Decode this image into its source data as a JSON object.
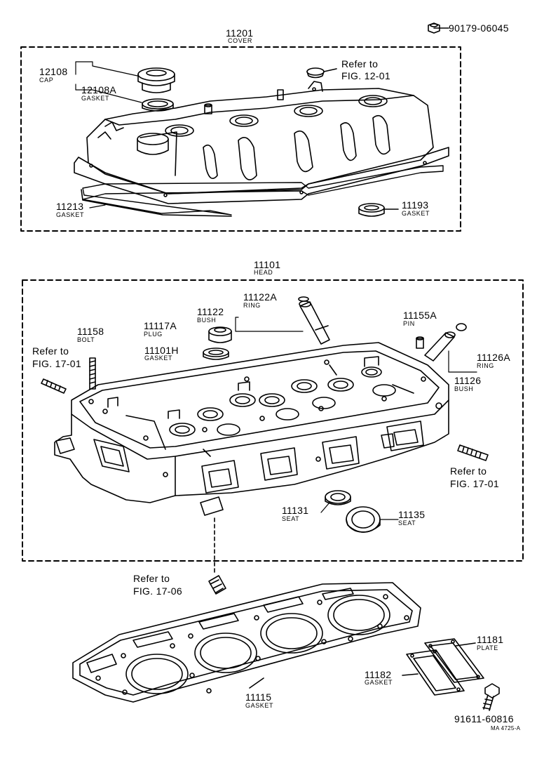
{
  "diagram_code": "MA 4725-A",
  "parts": {
    "p90179": {
      "num": "90179-06045"
    },
    "p11201": {
      "num": "11201",
      "name": "COVER"
    },
    "p12108": {
      "num": "12108",
      "name": "CAP"
    },
    "p12108A": {
      "num": "12108A",
      "name": "GASKET"
    },
    "ref1201": {
      "line1": "Refer to",
      "line2": "FIG. 12-01"
    },
    "p11213": {
      "num": "11213",
      "name": "GASKET"
    },
    "p11193": {
      "num": "11193",
      "name": "GASKET"
    },
    "p11101": {
      "num": "11101",
      "name": "HEAD"
    },
    "p11122A": {
      "num": "11122A",
      "name": "RING"
    },
    "p11122": {
      "num": "11122",
      "name": "BUSH"
    },
    "p11117A": {
      "num": "11117A",
      "name": "PLUG"
    },
    "p11101H": {
      "num": "11101H",
      "name": "GASKET"
    },
    "p11158": {
      "num": "11158",
      "name": "BOLT"
    },
    "ref1701a": {
      "line1": "Refer to",
      "line2": "FIG. 17-01"
    },
    "p11155A": {
      "num": "11155A",
      "name": "PIN"
    },
    "p11126A": {
      "num": "11126A",
      "name": "RING"
    },
    "p11126": {
      "num": "11126",
      "name": "BUSH"
    },
    "ref1701b": {
      "line1": "Refer to",
      "line2": "FIG. 17-01"
    },
    "p11131": {
      "num": "11131",
      "name": "SEAT"
    },
    "p11135": {
      "num": "11135",
      "name": "SEAT"
    },
    "ref1706": {
      "line1": "Refer to",
      "line2": "FIG. 17-06"
    },
    "p11181": {
      "num": "11181",
      "name": "PLATE"
    },
    "p11182": {
      "num": "11182",
      "name": "GASKET"
    },
    "p11115": {
      "num": "11115",
      "name": "GASKET"
    },
    "p91611": {
      "num": "91611-60816"
    }
  }
}
